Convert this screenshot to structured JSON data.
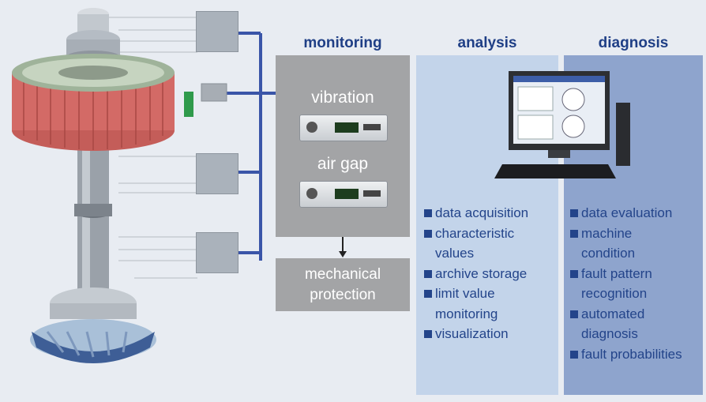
{
  "columns": {
    "monitoring": "monitoring",
    "analysis": "analysis",
    "diagnosis": "diagnosis"
  },
  "monitoring": {
    "devices": [
      "vibration",
      "air gap"
    ],
    "protection_line1": "mechanical",
    "protection_line2": "protection"
  },
  "analysis": {
    "items": [
      [
        "data acquisition"
      ],
      [
        "characteristic",
        "values"
      ],
      [
        "archive storage"
      ],
      [
        "limit value",
        "monitoring"
      ],
      [
        "visualization"
      ]
    ]
  },
  "diagnosis": {
    "items": [
      [
        "data evaluation"
      ],
      [
        "machine",
        "condition"
      ],
      [
        "fault pattern",
        "recognition"
      ],
      [
        "automated",
        "diagnosis"
      ],
      [
        "fault probabilities"
      ]
    ]
  },
  "colors": {
    "heading": "#1f3f86",
    "list_text": "#23448a",
    "connector": "#3a55a8",
    "monitoring_panel": "#a3a4a6",
    "analysis_panel": "#c3d4ea",
    "diagnosis_panel": "#8ea4cd",
    "stator": "#d36a66"
  },
  "icons": [
    "generator-illustration",
    "computer-icon",
    "measurement-device-icon",
    "sensor-box-icon"
  ]
}
